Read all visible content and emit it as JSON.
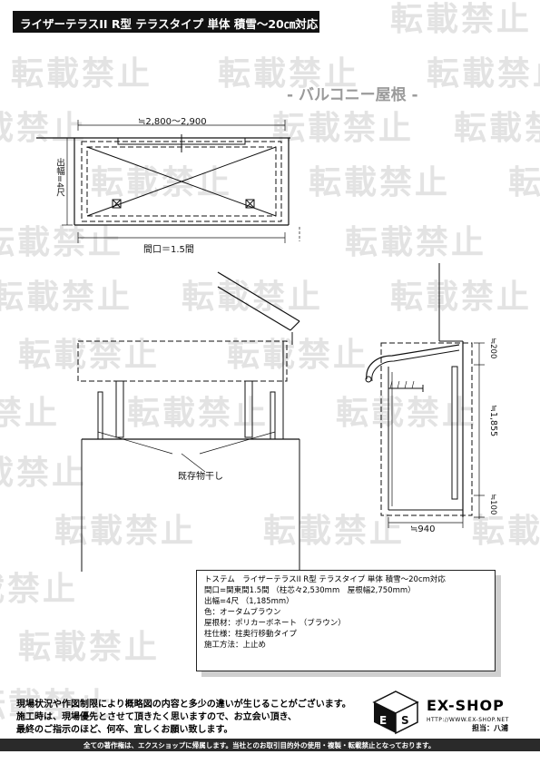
{
  "header": {
    "title": "ライザーテラスII R型 テラスタイプ 単体 積雪～20㎝対応"
  },
  "watermark": {
    "text": "転載禁止"
  },
  "drawing": {
    "subtitle": "- バルコニー屋根 -",
    "width_dim": "≒2,800～2,900",
    "depth_dim": "出幅=4尺",
    "span_dim": "間口＝1.5間",
    "existing_label": "既存物干し",
    "dim_200": "≒200",
    "dim_1855": "≒1,855",
    "dim_100": "≒100",
    "dim_940": "≒940"
  },
  "spec": {
    "lines": [
      "トステム　ライザーテラスII R型 テラスタイプ 単体 積雪～20cm対応",
      "間口=関東間1.5間 （柱芯々2,530mm　屋根幅2,750mm）",
      "出幅=4尺 （1,185mm）",
      "色：オータムブラウン",
      "屋根材：ポリカーボネート （ブラウン）",
      "柱仕様：柱奥行移動タイプ",
      "施工方法：上止め"
    ]
  },
  "notice": {
    "lines": [
      "現場状況や作図制限により概略図の内容と多少の違いが生じることがございます。",
      "施工時は、現場優先とさせて頂きたく思いますので、お立会い頂き、",
      "最終のご指示のほど、何卒、宜しくお願い致します。"
    ]
  },
  "logo": {
    "name": "EX-SHOP",
    "url": "HTTP://WWW.EX-SHOP.NET"
  },
  "staff": "担当：八浦",
  "footer": "全ての著作権は、エクスショップに帰属します。当社とのお取引目的外の使用・複製・転載禁止となっております。"
}
